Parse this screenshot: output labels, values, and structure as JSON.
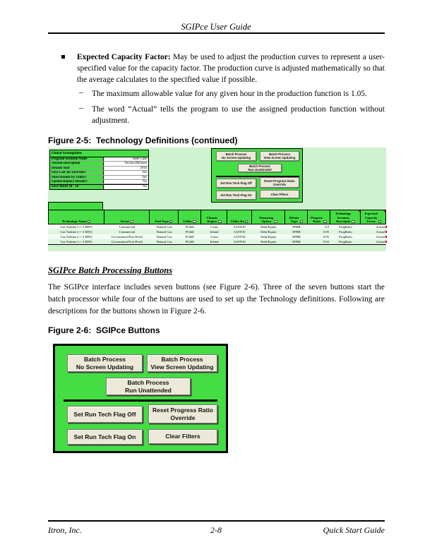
{
  "header": {
    "title": "SGIPce User Guide"
  },
  "footer": {
    "left": "Itron, Inc.",
    "center": "2-8",
    "right": "Quick Start Guide"
  },
  "bullet": {
    "term": "Expected Capacity Factor:",
    "text": "May be used to adjust the production curves to represent a user-specified value for the capacity factor.  The production curve is adjusted mathematically so that the average calculates to the specified value if possible.",
    "dash": "–",
    "subitems": [
      "The maximum allowable value for any given hour in the production function is 1.05.",
      "The word “Actual” tells the program to use the assigned production function without adjustment."
    ]
  },
  "figure25": {
    "caption": "Figure 2-5:  Technology Definitions (continued)",
    "global_assumptions": {
      "title": "Global Assumptions",
      "rows": [
        {
          "label": "Program Scenario Name",
          "value": "Base Case"
        },
        {
          "label": "Version Description",
          "value": "Version2Release"
        },
        {
          "label": "Default Year",
          "value": "2010"
        },
        {
          "label": "Save Calc for each line?",
          "value": "Yes"
        },
        {
          "label": "Store Results by Utility?",
          "value": "Yes"
        },
        {
          "label": "Update/Replace Results?",
          "value": "No"
        },
        {
          "label": "Save MISR 10 - 18",
          "value": "No"
        }
      ]
    },
    "table": {
      "headers": [
        "Technology Name",
        "Sector",
        "Fuel Type",
        "Utility",
        "Climate\nRegion",
        "Utility Ra",
        "Financing\nOption",
        "Rebate\nType",
        "Progress\nRatio",
        "Technology\nScenario\nDescriptio",
        "Expected\nCapacity\nFactor"
      ],
      "dropdown_glyph": "▾",
      "rows": [
        [
          "Gas Turbine (<= 2 MW)",
          "Commercial",
          "Natural Gas",
          "PG&E",
          "Coast",
          "A10TOU",
          "Debt/Equity",
          "EPBB",
          "0.9",
          "ProgRatio",
          "Actual"
        ],
        [
          "Gas Turbine (<= 2 MW)",
          "Commercial",
          "Natural Gas",
          "PG&E",
          "Inland",
          "A10TOU",
          "Debt/Equity",
          "EPBB",
          "0.85",
          "ProgRatio",
          "Actual"
        ],
        [
          "Gas Turbine (<= 2 MW)",
          "Government/Non-Profit",
          "Natural Gas",
          "PG&E",
          "Coast",
          "A10TOU",
          "Debt/Equity",
          "EPBB",
          "0.95",
          "ProgRatio",
          "Actual"
        ],
        [
          "Gas Turbine (<= 2 MW)",
          "Government/Non-Profit",
          "Natural Gas",
          "PG&E",
          "Inland",
          "A10TOU",
          "Debt/Equity",
          "EPBB",
          "0.92",
          "ProgRatio",
          "Actual"
        ]
      ]
    }
  },
  "batch_buttons": {
    "no_screen": {
      "line1": "Batch Process",
      "line2": "No Screen Updating"
    },
    "view_screen": {
      "line1": "Batch Process",
      "line2": "View Screen Updating"
    },
    "unattended": {
      "line1": "Batch Process",
      "line2": "Run Unattended"
    },
    "flag_off": {
      "line1": "Set Run Tech Flag Off"
    },
    "reset_ratio": {
      "line1": "Reset Progress Ratio",
      "line2": "Override"
    },
    "flag_on": {
      "line1": "Set Run Tech Flag On"
    },
    "clear_filters": {
      "line1": "Clear Filters"
    }
  },
  "section": {
    "heading": "SGIPce Batch Processing Buttons",
    "paragraph": "The SGIPce interface includes seven buttons (see Figure 2-6).  Three of the seven buttons start the batch processor while four of the buttons are used to set up the Technology definitions.  Following are descriptions for the buttons shown in Figure 2-6."
  },
  "figure26": {
    "caption": "Figure 2-6:  SGIPce Buttons"
  },
  "colors": {
    "bright_green": "#44DD44",
    "sheet_green": "#CFF2CF",
    "button_face": "#ECE9D8",
    "marker_red": "#CC0000"
  }
}
